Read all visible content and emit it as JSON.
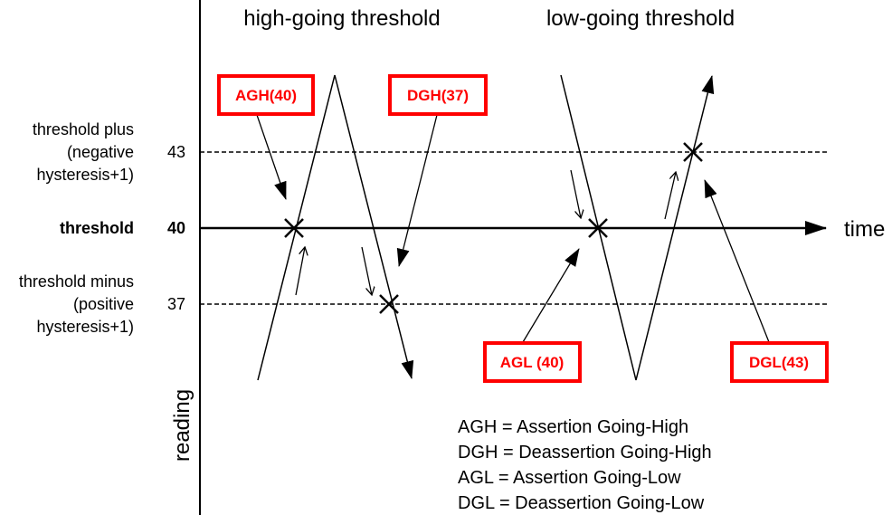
{
  "titles": {
    "high": "high-going threshold",
    "low": "low-going threshold"
  },
  "axis": {
    "x_label": "time",
    "y_label": "reading"
  },
  "levels": {
    "upper": {
      "label_lines": [
        "threshold plus",
        "(negative",
        "hysteresis+1)"
      ],
      "value": "43"
    },
    "threshold": {
      "label": "threshold",
      "value": "40"
    },
    "lower": {
      "label_lines": [
        "threshold minus",
        "(positive",
        "hysteresis+1)"
      ],
      "value": "37"
    }
  },
  "callouts": {
    "agh": "AGH(40)",
    "dgh": "DGH(37)",
    "agl": "AGL (40)",
    "dgl": "DGL(43)"
  },
  "legend": [
    "AGH = Assertion Going-High",
    "DGH = Deassertion Going-High",
    "AGL = Assertion Going-Low",
    "DGL = Deassertion Going-Low"
  ],
  "colors": {
    "callout": "#ff0000",
    "line": "#000000"
  }
}
